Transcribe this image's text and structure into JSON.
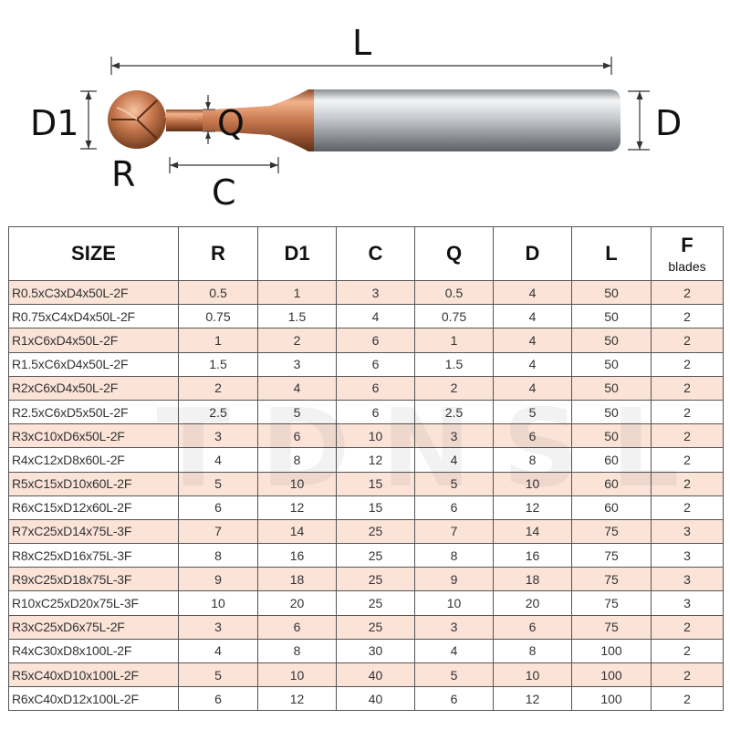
{
  "diagram": {
    "labels": {
      "L": "L",
      "D1": "D1",
      "Q": "Q",
      "D": "D",
      "R": "R",
      "C": "C"
    }
  },
  "watermark": "TDNSL",
  "table": {
    "headers": [
      {
        "title": "SIZE",
        "sub": ""
      },
      {
        "title": "R",
        "sub": ""
      },
      {
        "title": "D1",
        "sub": ""
      },
      {
        "title": "C",
        "sub": ""
      },
      {
        "title": "Q",
        "sub": ""
      },
      {
        "title": "D",
        "sub": ""
      },
      {
        "title": "L",
        "sub": ""
      },
      {
        "title": "F",
        "sub": "blades"
      }
    ],
    "rows": [
      [
        "R0.5xC3xD4x50L-2F",
        "0.5",
        "1",
        "3",
        "0.5",
        "4",
        "50",
        "2"
      ],
      [
        "R0.75xC4xD4x50L-2F",
        "0.75",
        "1.5",
        "4",
        "0.75",
        "4",
        "50",
        "2"
      ],
      [
        "R1xC6xD4x50L-2F",
        "1",
        "2",
        "6",
        "1",
        "4",
        "50",
        "2"
      ],
      [
        "R1.5xC6xD4x50L-2F",
        "1.5",
        "3",
        "6",
        "1.5",
        "4",
        "50",
        "2"
      ],
      [
        "R2xC6xD4x50L-2F",
        "2",
        "4",
        "6",
        "2",
        "4",
        "50",
        "2"
      ],
      [
        "R2.5xC6xD5x50L-2F",
        "2.5",
        "5",
        "6",
        "2.5",
        "5",
        "50",
        "2"
      ],
      [
        "R3xC10xD6x50L-2F",
        "3",
        "6",
        "10",
        "3",
        "6",
        "50",
        "2"
      ],
      [
        "R4xC12xD8x60L-2F",
        "4",
        "8",
        "12",
        "4",
        "8",
        "60",
        "2"
      ],
      [
        "R5xC15xD10x60L-2F",
        "5",
        "10",
        "15",
        "5",
        "10",
        "60",
        "2"
      ],
      [
        "R6xC15xD12x60L-2F",
        "6",
        "12",
        "15",
        "6",
        "12",
        "60",
        "2"
      ],
      [
        "R7xC25xD14x75L-3F",
        "7",
        "14",
        "25",
        "7",
        "14",
        "75",
        "3"
      ],
      [
        "R8xC25xD16x75L-3F",
        "8",
        "16",
        "25",
        "8",
        "16",
        "75",
        "3"
      ],
      [
        "R9xC25xD18x75L-3F",
        "9",
        "18",
        "25",
        "9",
        "18",
        "75",
        "3"
      ],
      [
        "R10xC25xD20x75L-3F",
        "10",
        "20",
        "25",
        "10",
        "20",
        "75",
        "3"
      ],
      [
        "R3xC25xD6x75L-2F",
        "3",
        "6",
        "25",
        "3",
        "6",
        "75",
        "2"
      ],
      [
        "R4xC30xD8x100L-2F",
        "4",
        "8",
        "30",
        "4",
        "8",
        "100",
        "2"
      ],
      [
        "R5xC40xD10x100L-2F",
        "5",
        "10",
        "40",
        "5",
        "10",
        "100",
        "2"
      ],
      [
        "R6xC40xD12x100L-2F",
        "6",
        "12",
        "40",
        "6",
        "12",
        "100",
        "2"
      ]
    ]
  },
  "colors": {
    "row_highlight": "#fbe3d8",
    "copper": "#c8794f",
    "shank": "#bfc3c7"
  }
}
